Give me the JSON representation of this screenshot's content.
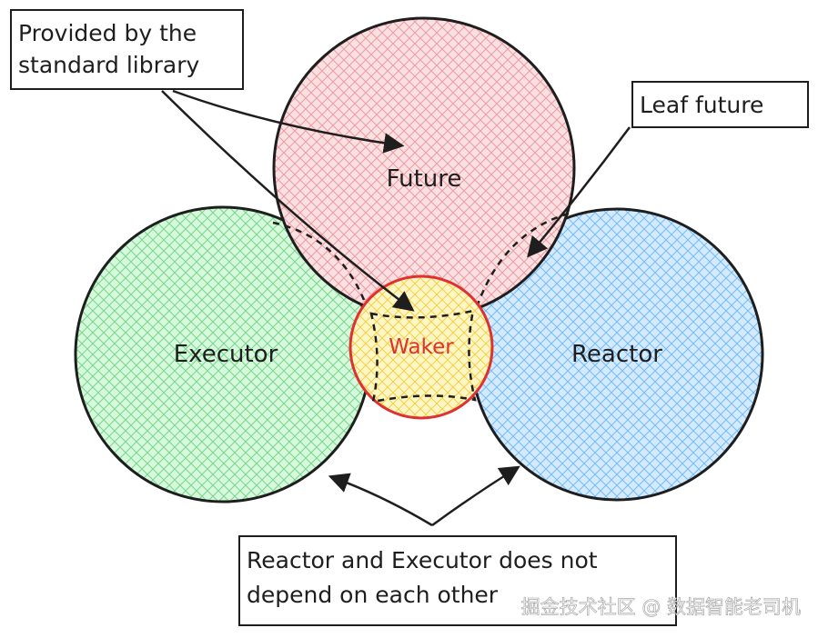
{
  "diagram": {
    "nodes": {
      "future": {
        "label": "Future",
        "fill": "#f8c9cc",
        "stroke": "#1e1e1e"
      },
      "executor": {
        "label": "Executor",
        "fill": "#b2f2bb",
        "stroke": "#1e1e1e"
      },
      "reactor": {
        "label": "Reactor",
        "fill": "#a5d8ff",
        "stroke": "#1e1e1e"
      },
      "waker": {
        "label": "Waker",
        "fill": "#ffec99",
        "stroke": "#e03131",
        "text_color": "#e03131"
      }
    },
    "callouts": {
      "std_library": {
        "line1": "Provided by the",
        "line2": "standard library"
      },
      "leaf_future": {
        "text": "Leaf future"
      },
      "independence": {
        "line1": "Reactor and Executor does not",
        "line2": "depend on each other"
      }
    },
    "watermark": {
      "text": "掘金技术社区 @ 数据智能老司机"
    }
  }
}
